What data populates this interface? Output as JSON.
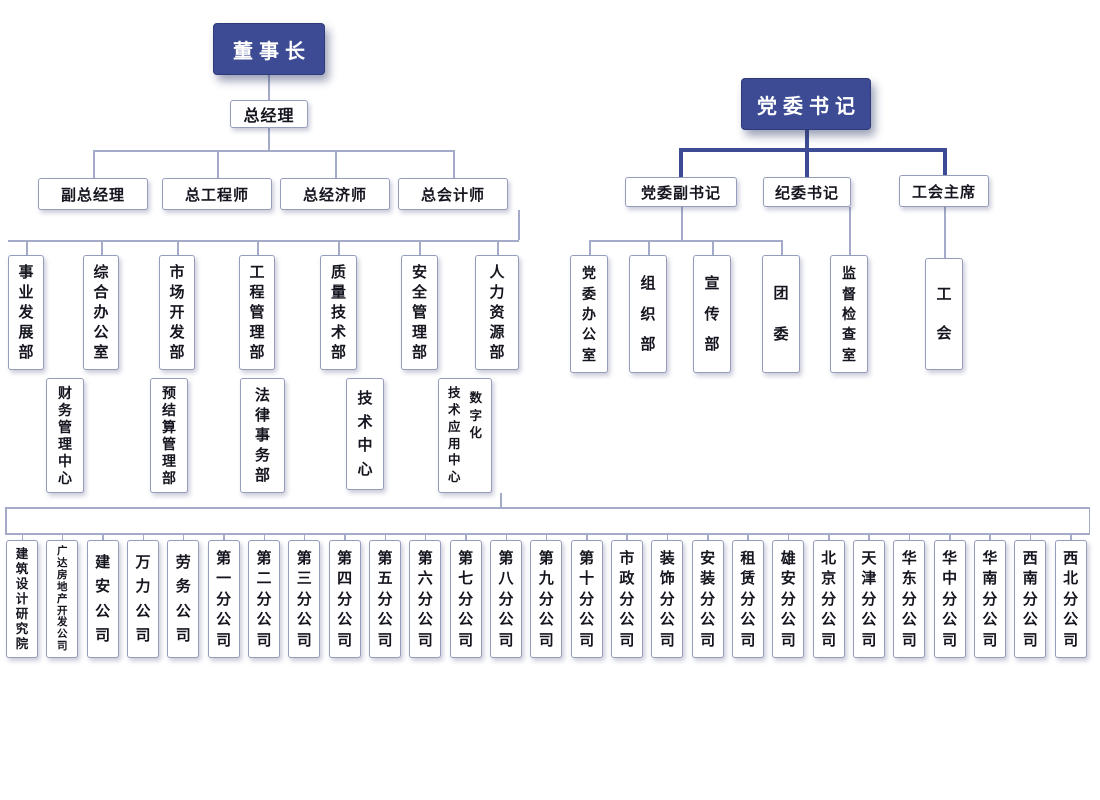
{
  "colors": {
    "accent": "#3c4b93",
    "box_border": "#959dbd",
    "connector": "#a3abc8",
    "text": "#15151f"
  },
  "executive_chart": {
    "chairman": "董事长",
    "general_manager": "总经理",
    "executives": [
      "副总经理",
      "总工程师",
      "总经济师",
      "总会计师"
    ],
    "departments_row1": [
      "事业发展部",
      "综合办公室",
      "市场开发部",
      "工程管理部",
      "质量技术部",
      "安全管理部",
      "人力资源部"
    ],
    "departments_row2": [
      "财务管理中心",
      "预结算管理部",
      "法律事务部",
      "技术中心"
    ],
    "digital_center": {
      "col1": "技术应用中心",
      "col2": "数字化"
    }
  },
  "party_chart": {
    "secretary": "党委书记",
    "deputies": [
      "党委副书记",
      "纪委书记",
      "工会主席"
    ],
    "party_departments": [
      "党委办公室",
      "组织部",
      "宣传部",
      "团委"
    ],
    "discipline_department": "监督检查室",
    "union_department": "工会"
  },
  "subsidiaries": [
    "建筑设计研究院",
    "广达房地产开发公司",
    "建安公司",
    "万力公司",
    "劳务公司",
    "第一分公司",
    "第二分公司",
    "第三分公司",
    "第四分公司",
    "第五分公司",
    "第六分公司",
    "第七分公司",
    "第八分公司",
    "第九分公司",
    "第十分公司",
    "市政分公司",
    "装饰分公司",
    "安装分公司",
    "租赁分公司",
    "雄安分公司",
    "北京分公司",
    "天津分公司",
    "华东分公司",
    "华中分公司",
    "华南分公司",
    "西南分公司",
    "西北分公司"
  ]
}
